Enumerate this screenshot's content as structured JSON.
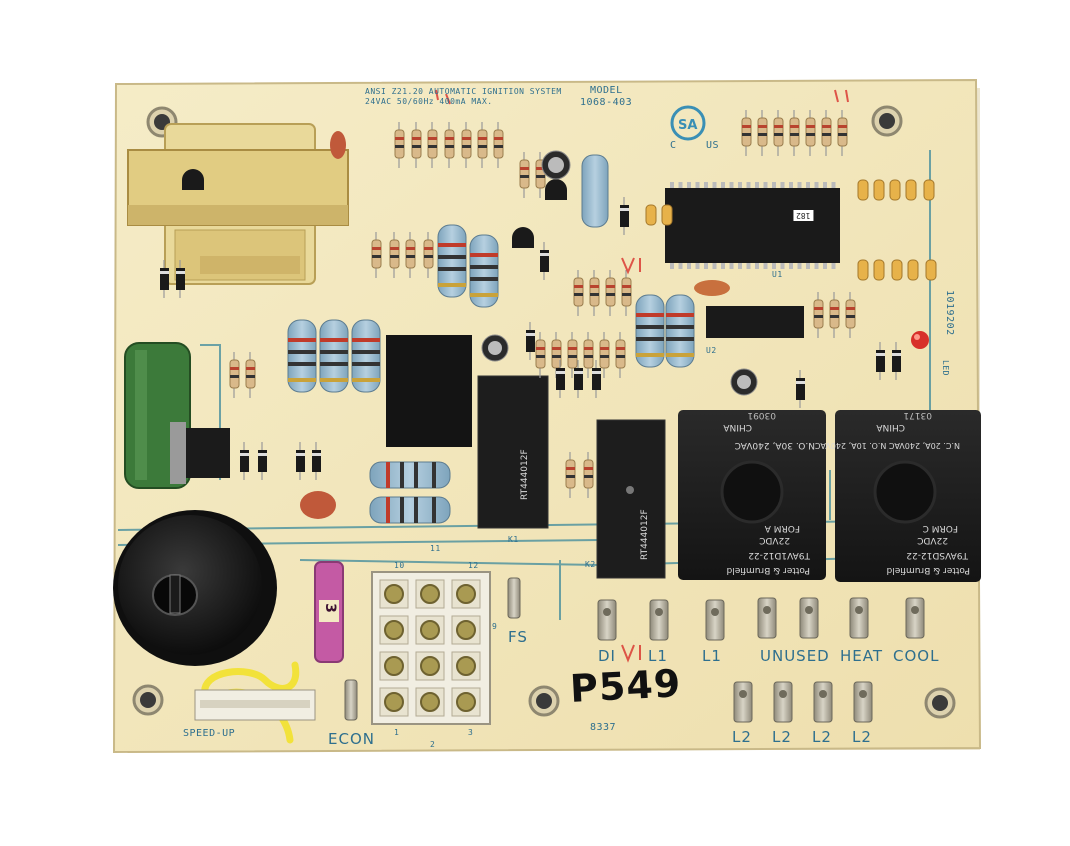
{
  "board": {
    "ansi_line1": "ANSI Z21.20 AUTOMATIC IGNITION SYSTEM",
    "ansi_line2": "24VAC 50/60Hz 400mA MAX.",
    "model_label": "MODEL",
    "model_number": "1068-403",
    "part_number": "1019202",
    "board_code": "8337",
    "handwritten_tag": "P549",
    "csa_c": "C",
    "csa_us": "US"
  },
  "terminals": {
    "di": "DI",
    "l1_a": "L1",
    "l1_b": "L1",
    "unused": "UNUSED",
    "heat": "HEAT",
    "cool": "COOL",
    "l2": [
      "L2",
      "L2",
      "L2",
      "L2"
    ],
    "fs": "FS",
    "econ": "ECON",
    "speed_up": "SPEED-UP",
    "led": "LED",
    "connector_pins": [
      "10",
      "11",
      "12",
      "9",
      "1",
      "2",
      "3"
    ],
    "fuse": "3"
  },
  "relay_left": {
    "brand": "Potter & Brumfield",
    "model": "T9AV1D12-22",
    "form": "FORM A",
    "voltage": "22VDC",
    "rating": "N.O. 30A, 240VAC",
    "origin": "CHINA",
    "code": "03091"
  },
  "relay_right": {
    "brand": "Potter & Brumfield",
    "model": "T9AVSD12-22",
    "form": "FORM C",
    "voltage": "22VDC",
    "rating": "N.C. 20A, 240VAC N.O. 10A, 240VAC",
    "origin": "CHINA",
    "code": "03171"
  },
  "small_relays": {
    "k1_label": "K1",
    "k2_label": "K2",
    "k1_model": "RT444012F",
    "k2_model": "RT444012F"
  },
  "chip": {
    "u1_sticker": "182",
    "u1_label": "U1",
    "u2_label": "U2"
  },
  "colors": {
    "pcb": "#f3e9c3",
    "silkscreen": "#2e6f8e",
    "relay_black": "#1b1b1b",
    "resistor_blue": "#8eb2c8",
    "capacitor_green": "#3c7a3a",
    "fuse_pink": "#c45aa4",
    "red_marker": "#d8302a"
  }
}
